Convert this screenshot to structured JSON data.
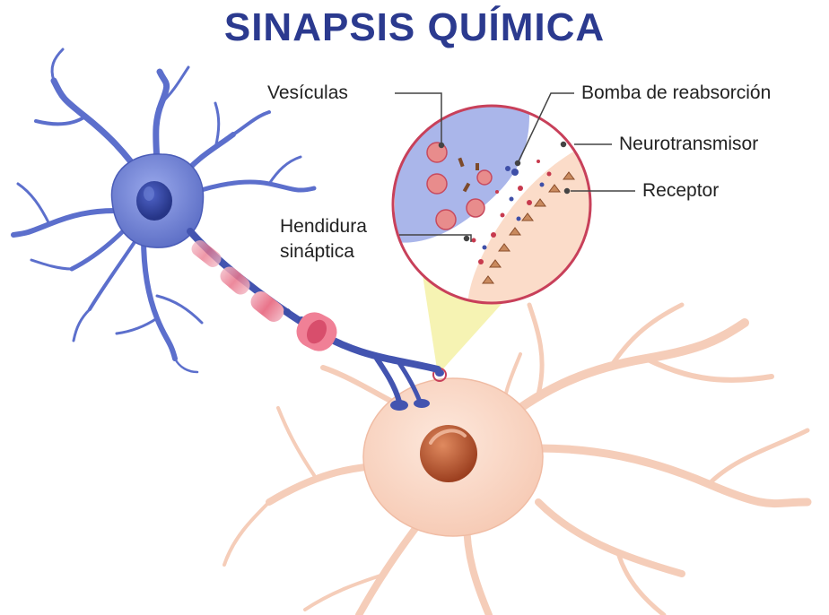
{
  "title": "SINAPSIS QUÍMICA",
  "labels": {
    "vesiculas": "Vesículas",
    "bomba": "Bomba de reabsorción",
    "neurotransmisor": "Neurotransmisor",
    "receptor": "Receptor",
    "hendidura_1": "Hendidura",
    "hendidura_2": "sináptica"
  },
  "colors": {
    "title": "#2b3a8f",
    "presynaptic_neuron": "#6f83d6",
    "presynaptic_dark": "#3e4fa8",
    "postsynaptic_neuron": "#f8d7c6",
    "postsynaptic_dendrite": "#f3c3ad",
    "myelin": "#e9748a",
    "nucleus_post": "#b5532f",
    "zoom_cone": "#f4f1a6",
    "zoom_border": "#c8405a"
  }
}
